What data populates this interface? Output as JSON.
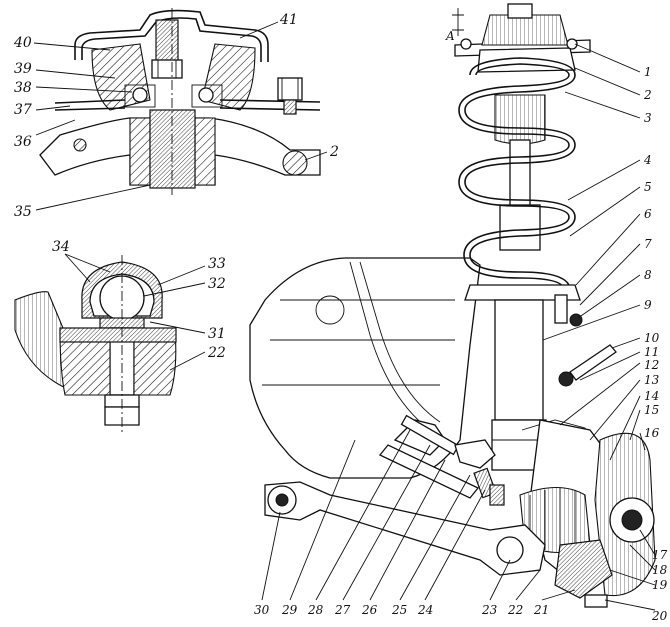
{
  "callouts": {
    "top_inset": [
      "40",
      "41",
      "39",
      "38",
      "37",
      "36",
      "2",
      "35"
    ],
    "ball_joint_inset": [
      "34",
      "33",
      "32",
      "31",
      "22"
    ],
    "right_column": [
      "1",
      "2",
      "3",
      "4",
      "5",
      "6",
      "7",
      "8",
      "9",
      "10",
      "11",
      "12",
      "13",
      "14",
      "15",
      "16",
      "17",
      "18",
      "19",
      "20"
    ],
    "bottom_row": [
      "30",
      "29",
      "28",
      "27",
      "26",
      "25",
      "24",
      "23",
      "22",
      "21"
    ],
    "gap_marker": "A"
  }
}
